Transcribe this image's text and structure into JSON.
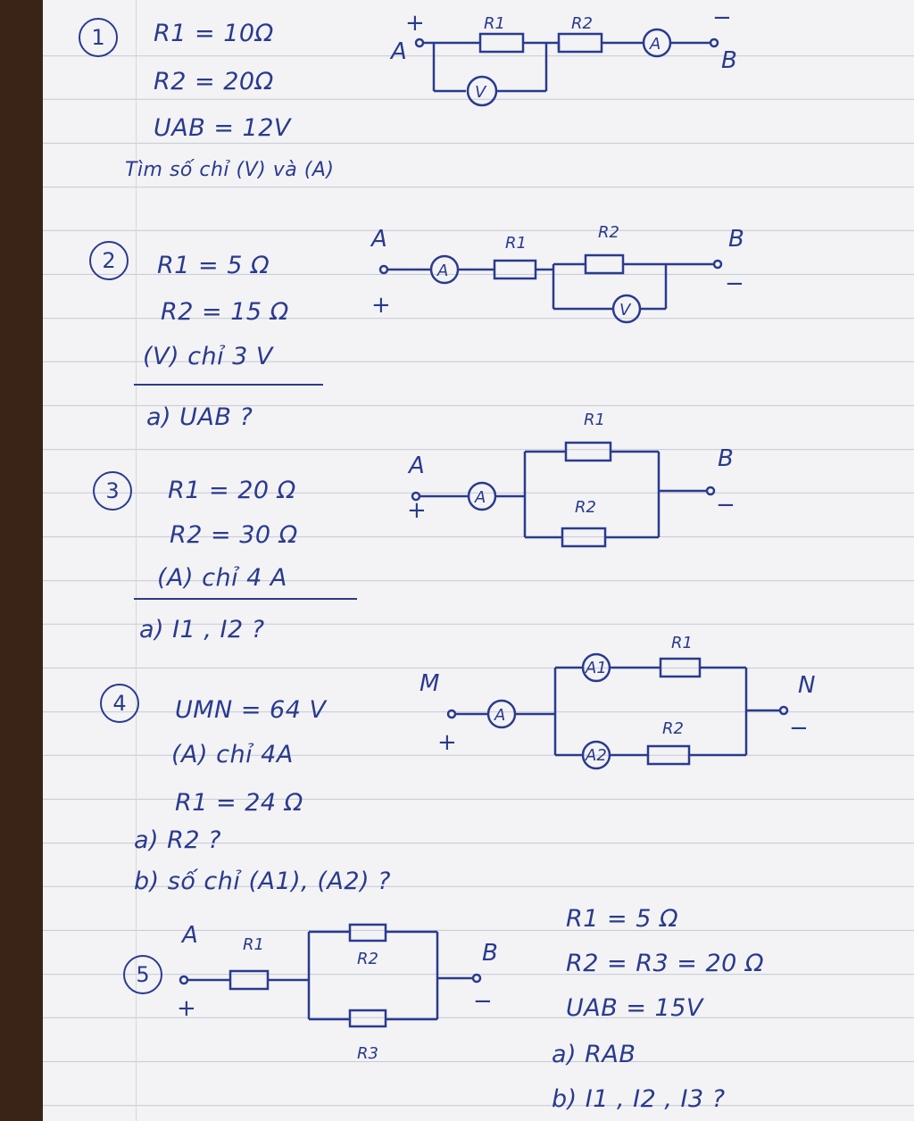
{
  "problems": [
    {
      "number": "1",
      "given": [
        "R1 = 10Ω",
        "R2 = 20Ω",
        "UAB = 12V"
      ],
      "question": "Tìm số chỉ (V) và (A)",
      "circuit": {
        "r1": "R1",
        "r2": "R2",
        "a": "A",
        "b": "B",
        "plus": "+",
        "minus": "−",
        "ammeter": "A",
        "voltmeter": "V"
      }
    },
    {
      "number": "2",
      "given": [
        "R1 = 5 Ω",
        "R2 = 15 Ω",
        "(V) chỉ 3 V"
      ],
      "question": "a) UAB ?",
      "circuit": {
        "r1": "R1",
        "r2": "R2",
        "a": "A",
        "b": "B",
        "plus": "+",
        "minus": "−",
        "ammeter": "A",
        "voltmeter": "V"
      }
    },
    {
      "number": "3",
      "given": [
        "R1 = 20 Ω",
        "R2 = 30 Ω",
        "(A) chỉ 4 A"
      ],
      "question": "a) I1 , I2 ?",
      "circuit": {
        "r1": "R1",
        "r2": "R2",
        "a": "A",
        "b": "B",
        "plus": "+",
        "minus": "−",
        "ammeter": "A"
      }
    },
    {
      "number": "4",
      "given": [
        "UMN = 64 V",
        "(A) chỉ 4A",
        "R1 = 24 Ω"
      ],
      "questions": [
        "a) R2 ?",
        "b) số chỉ (A1), (A2) ?"
      ],
      "circuit": {
        "r1": "R1",
        "r2": "R2",
        "m": "M",
        "n": "N",
        "plus": "+",
        "minus": "−",
        "ammeter": "A",
        "a1": "A1",
        "a2": "A2"
      }
    },
    {
      "number": "5",
      "given": [
        "R1 = 5 Ω",
        "R2 = R3 = 20 Ω",
        "UAB = 15V"
      ],
      "questions": [
        "a) RAB",
        "b) I1 , I2 , I3 ?"
      ],
      "circuit": {
        "r1": "R1",
        "r2": "R2",
        "r3": "R3",
        "a": "A",
        "b": "B",
        "plus": "+",
        "minus": "−"
      }
    }
  ]
}
